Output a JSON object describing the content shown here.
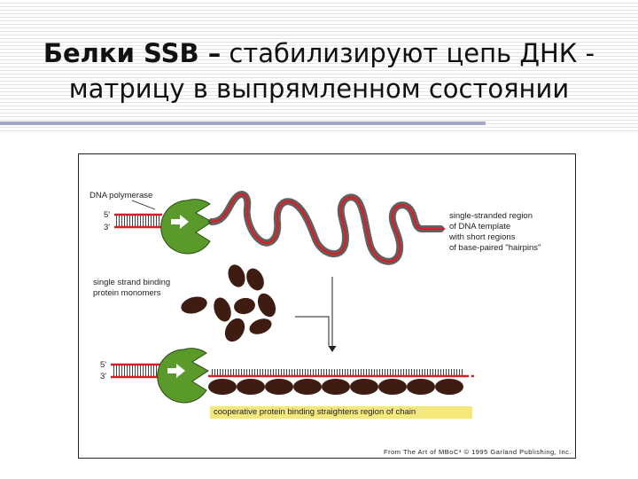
{
  "slide": {
    "title_bold": "Белки SSB –",
    "title_rest": " стабилизируют цепь ДНК -",
    "title_line2": "матрицу в выпрямленном состоянии"
  },
  "figure": {
    "dna_polymerase_label": "DNA polymerase",
    "five_prime": "5'",
    "three_prime": "3'",
    "ssdna_label_lines": [
      "single-stranded region",
      "of DNA template",
      "with short regions",
      "of base-paired \"hairpins\""
    ],
    "ssb_label_lines": [
      "single strand binding",
      "protein monomers"
    ],
    "caption": "cooperative protein binding straightens region of chain",
    "credit": "From The Art of MBoC³ © 1995 Garland Publishing, Inc."
  },
  "colors": {
    "dna_red": "#d81f26",
    "polymerase_green": "#5a9a2a",
    "ssb_brown": "#3f1c12",
    "caption_highlight": "#f4e87a"
  }
}
